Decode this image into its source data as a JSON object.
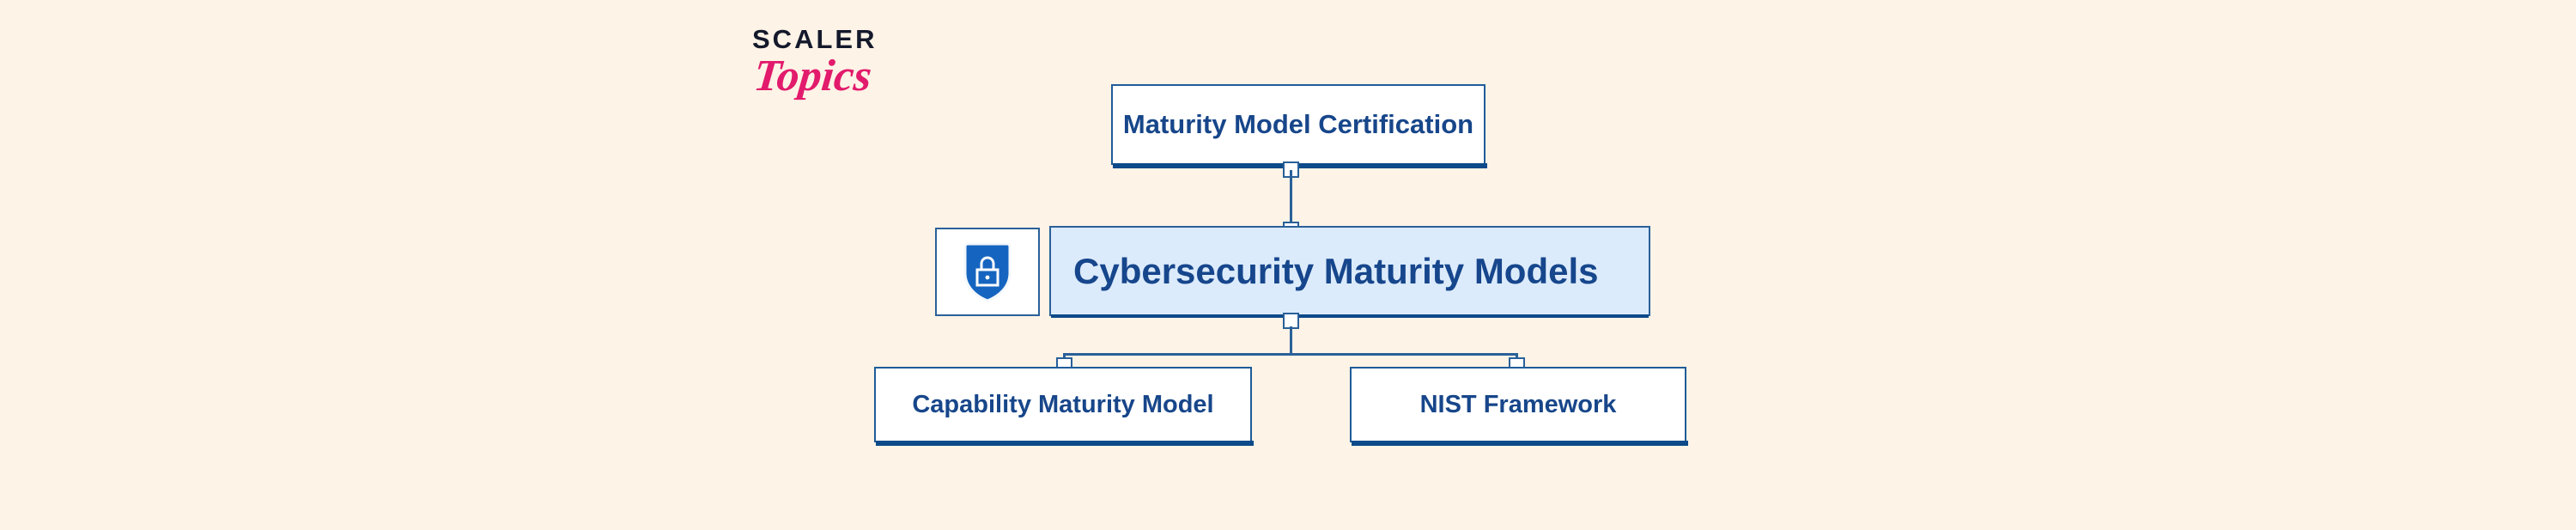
{
  "page": {
    "background_color": "#FDF3E6",
    "title": "Cybersecurity Maturity Models diagram"
  },
  "branding": {
    "name_primary": "SCALER",
    "name_secondary": "Topics",
    "primary_color": "#14192B",
    "secondary_color": "#E21B6C"
  },
  "theme": {
    "border_color": "#2A6099",
    "text_color": "#17468A",
    "shadow_color": "#0C4A8A",
    "highlight_fill": "#DCEBFB",
    "node_fill": "#FFFFFF",
    "icon_fill": "#1565C0"
  },
  "diagram": {
    "type": "hierarchy",
    "root": {
      "id": "cybersecurity-maturity-models",
      "label": "Cybersecurity Maturity Models",
      "icon": "shield-lock-icon",
      "highlighted": true
    },
    "parent": {
      "id": "maturity-model-certification",
      "label": "Maturity Model Certification"
    },
    "children": [
      {
        "id": "capability-maturity-model",
        "label": "Capability Maturity Model"
      },
      {
        "id": "nist-framework",
        "label": "NIST Framework"
      }
    ],
    "connectors": [
      {
        "from": "maturity-model-certification",
        "to": "cybersecurity-maturity-models"
      },
      {
        "from": "cybersecurity-maturity-models",
        "to": "capability-maturity-model"
      },
      {
        "from": "cybersecurity-maturity-models",
        "to": "nist-framework"
      }
    ]
  }
}
